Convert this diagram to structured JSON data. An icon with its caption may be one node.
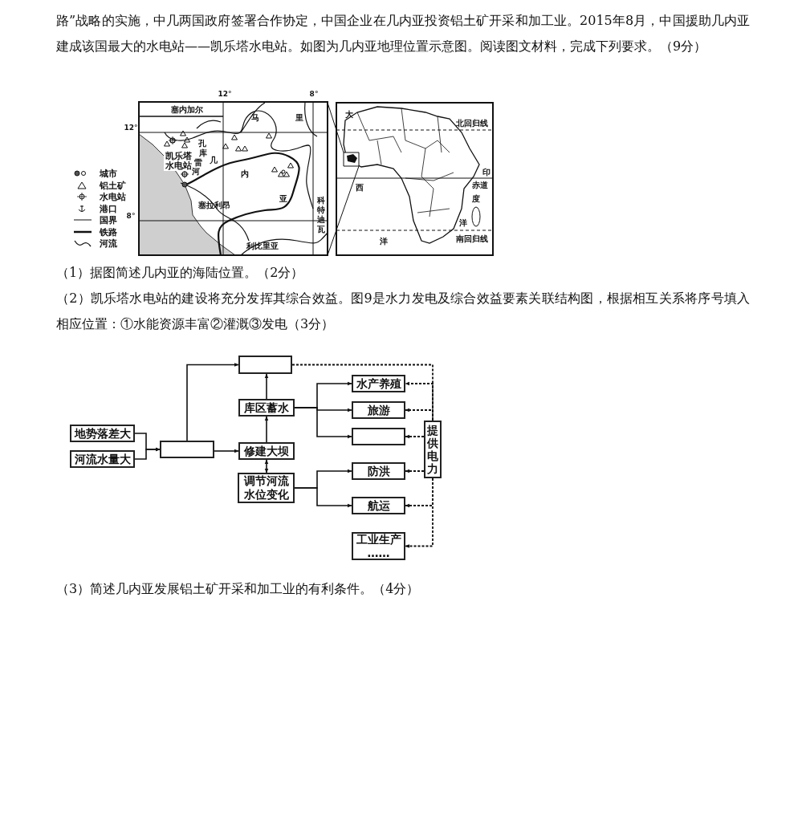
{
  "diagram": {
    "nodes": [
      {
        "text": [],
        "shape": "box"
      },
      {
        "text": [
          "水产养殖"
        ]
      },
      {
        "text": [
          "库区蓄水"
        ]
      },
      {
        "text": [
          "旅游"
        ]
      },
      {
        "text": [
          "地势落差大"
        ]
      },
      {
        "text": [],
        "shape": "box"
      },
      {
        "text": [
          "提供电力"
        ]
      },
      {
        "text": [],
        "shape": "box"
      },
      {
        "text": [
          "修建大坝"
        ]
      },
      {
        "text": [
          "河流水量大"
        ]
      },
      {
        "text": [
          "防洪"
        ]
      },
      {
        "text": [
          "调节河流水位变化"
        ]
      },
      {
        "text": [
          "航运"
        ]
      },
      {
        "text": [
          "工业生产",
          "……"
        ]
      }
    ],
    "edges": [
      {
        "from": 4,
        "to": 7,
        "arrow": "to"
      },
      {
        "from": 9,
        "to": 7,
        "arrow": "to"
      },
      {
        "from": 7,
        "to": 0,
        "arrow": "to"
      },
      {
        "from": 7,
        "to": 8,
        "arrow": "to"
      },
      {
        "from": 8,
        "to": 2,
        "arrow": "to"
      },
      {
        "from": 2,
        "to": 0,
        "arrow": "to"
      },
      {
        "from": 8,
        "to": 11,
        "arrow": "both"
      },
      {
        "from": 2,
        "to": 1,
        "arrow": "to"
      },
      {
        "from": 2,
        "to": 3,
        "arrow": "to"
      },
      {
        "from": 2,
        "to": 5,
        "arrow": "to"
      },
      {
        "from": 11,
        "to": 10,
        "arrow": "to"
      },
      {
        "from": 11,
        "to": 12,
        "arrow": "to"
      },
      {
        "from": 0,
        "to": 6,
        "arrow": "none",
        "style": "dashed"
      },
      {
        "from": 6,
        "to": 1,
        "arrow": "to",
        "style": "dashed"
      },
      {
        "from": 6,
        "to": 3,
        "arrow": "to",
        "style": "dashed"
      },
      {
        "from": 6,
        "to": 5,
        "arrow": "to",
        "style": "dashed"
      },
      {
        "from": 6,
        "to": 10,
        "arrow": "to",
        "style": "dashed"
      },
      {
        "from": 6,
        "to": 12,
        "arrow": "to",
        "style": "dashed"
      },
      {
        "from": 6,
        "to": 13,
        "arrow": "to",
        "style": "dashed"
      }
    ],
    "labels": [
      "路”战略的实施，中几两国政府签署合作协定，中国企业在几内亚投资铝土矿开采和加工业。2015年8月，中国援助几内亚建成该国最大的水电站——凯乐塔水电站。如图为几内亚地理位置示意图。阅读图文材料，完成下列要求。（9分）",
      "12°",
      "8°",
      "12°",
      "8°",
      "塞内加尔",
      "马",
      "里",
      "孔",
      "库",
      "雷",
      "凯乐塔水电站",
      "几",
      "河",
      "内",
      "塞拉利昂",
      "亚",
      "科特迪瓦",
      "利比里亚",
      "大",
      "北回归线",
      "印",
      "赤道",
      "西",
      "度",
      "洋",
      "南回归线",
      "洋",
      "（1）据图简述几内亚的海陆位置。（2分）",
      "（2）凯乐塔水电站的建设将充分发挥其综合效益。图9是水力发电及综合效益要素关联结构图，根据相互关系将序号填入相应位置：①水能资源丰富②灌溉③发电（3分）",
      "（3）简述几内亚发展铝土矿开采和加工业的有利条件。（4分）"
    ],
    "legend": [
      {
        "text": "城市"
      },
      {
        "text": "铝土矿"
      },
      {
        "text": "水电站"
      },
      {
        "text": "港口"
      },
      {
        "text": "国界"
      },
      {
        "text": "铁路"
      },
      {
        "text": "河流"
      }
    ]
  }
}
